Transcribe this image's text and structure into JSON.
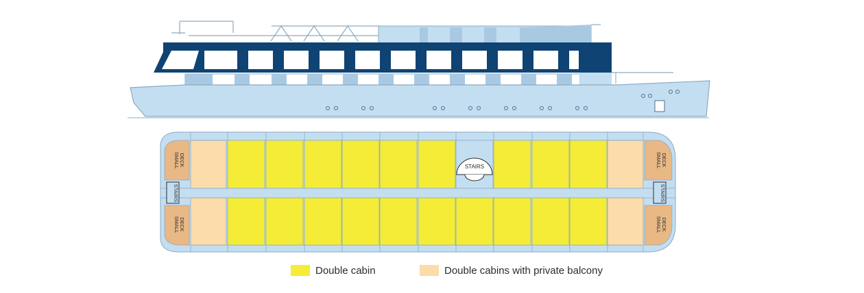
{
  "colors": {
    "hull_light_blue": "#c4def1",
    "navy": "#0f4373",
    "outline": "#8aaac4",
    "double_cabin": "#f5ec38",
    "balcony_cabin": "#fbdcaa",
    "small_deck": "#e8b885",
    "text": "#2b2b2b"
  },
  "deck_plan": {
    "stairs_center": "STAIRS",
    "stairs_left": "STAIRS",
    "stairs_right": "STAIRS",
    "small_deck_line1": "SMALL",
    "small_deck_line2": "DECK"
  },
  "legend": {
    "double_cabin": "Double cabin",
    "balcony_cabin": "Double cabins with private balcony"
  }
}
